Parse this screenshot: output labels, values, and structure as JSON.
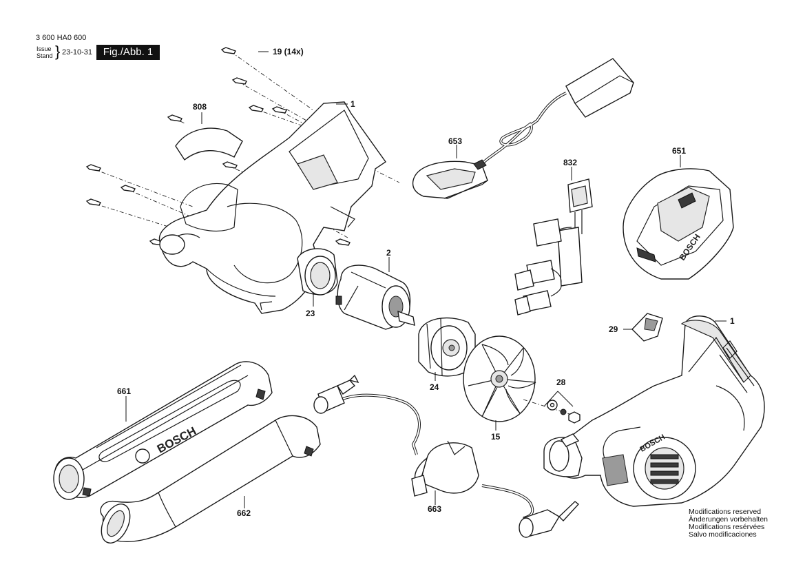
{
  "header": {
    "doc_number": "3 600 HA0 600",
    "issue_label": "Issue",
    "stand_label": "Stand",
    "issue_date": "23-10-31",
    "figure_label": "Fig./Abb. 1"
  },
  "callouts": {
    "c19": "19 (14x)",
    "c1_top": "1",
    "c808": "808",
    "c653": "653",
    "c651": "651",
    "c832": "832",
    "c2": "2",
    "c23": "23",
    "c29": "29",
    "c1_right": "1",
    "c24": "24",
    "c28": "28",
    "c661": "661",
    "c15": "15",
    "c662": "662",
    "c663": "663"
  },
  "brand": {
    "nozzle": "BOSCH",
    "blower": "BOSCH",
    "battery": "BOSCH"
  },
  "notes": {
    "en": "Modifications reserved",
    "de": "Änderungen vorbehalten",
    "fr": "Modifications resérvées",
    "es": "Salvo modificaciones"
  }
}
